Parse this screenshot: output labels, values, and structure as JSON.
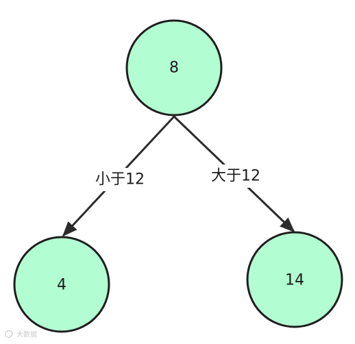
{
  "colors": {
    "node_fill": "#b3fdd2",
    "node_stroke": "#1e1e1e",
    "edge": "#2b2b2b",
    "text": "#1a1a1a"
  },
  "nodes": [
    {
      "id": "root",
      "label": "8"
    },
    {
      "id": "left",
      "label": "4"
    },
    {
      "id": "right",
      "label": "14"
    }
  ],
  "edges": [
    {
      "from": "root",
      "to": "left",
      "label": "小于12"
    },
    {
      "from": "root",
      "to": "right",
      "label": "大于12"
    }
  ],
  "watermark": {
    "text": "大数据"
  }
}
